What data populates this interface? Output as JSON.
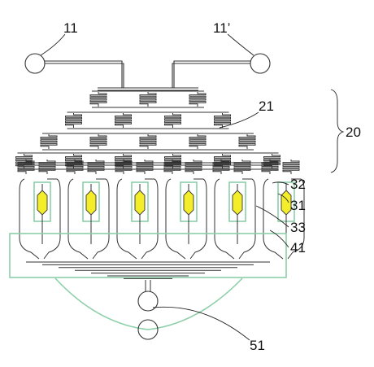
{
  "labels": {
    "inlet_a": "11",
    "inlet_b": "11’",
    "mixer_tree": "20",
    "mixer_unit": "21",
    "chamber_frame": "32",
    "reaction_chamber": "31",
    "chamber_channel": "33",
    "outer_frame": "41",
    "outlet": "51"
  },
  "colors": {
    "line": "#333333",
    "frame": "#8ccfa8",
    "chamber": "#f4ee2a"
  },
  "structure": {
    "mixer_rows": [
      3,
      4,
      5,
      6
    ],
    "chambers": 6
  }
}
